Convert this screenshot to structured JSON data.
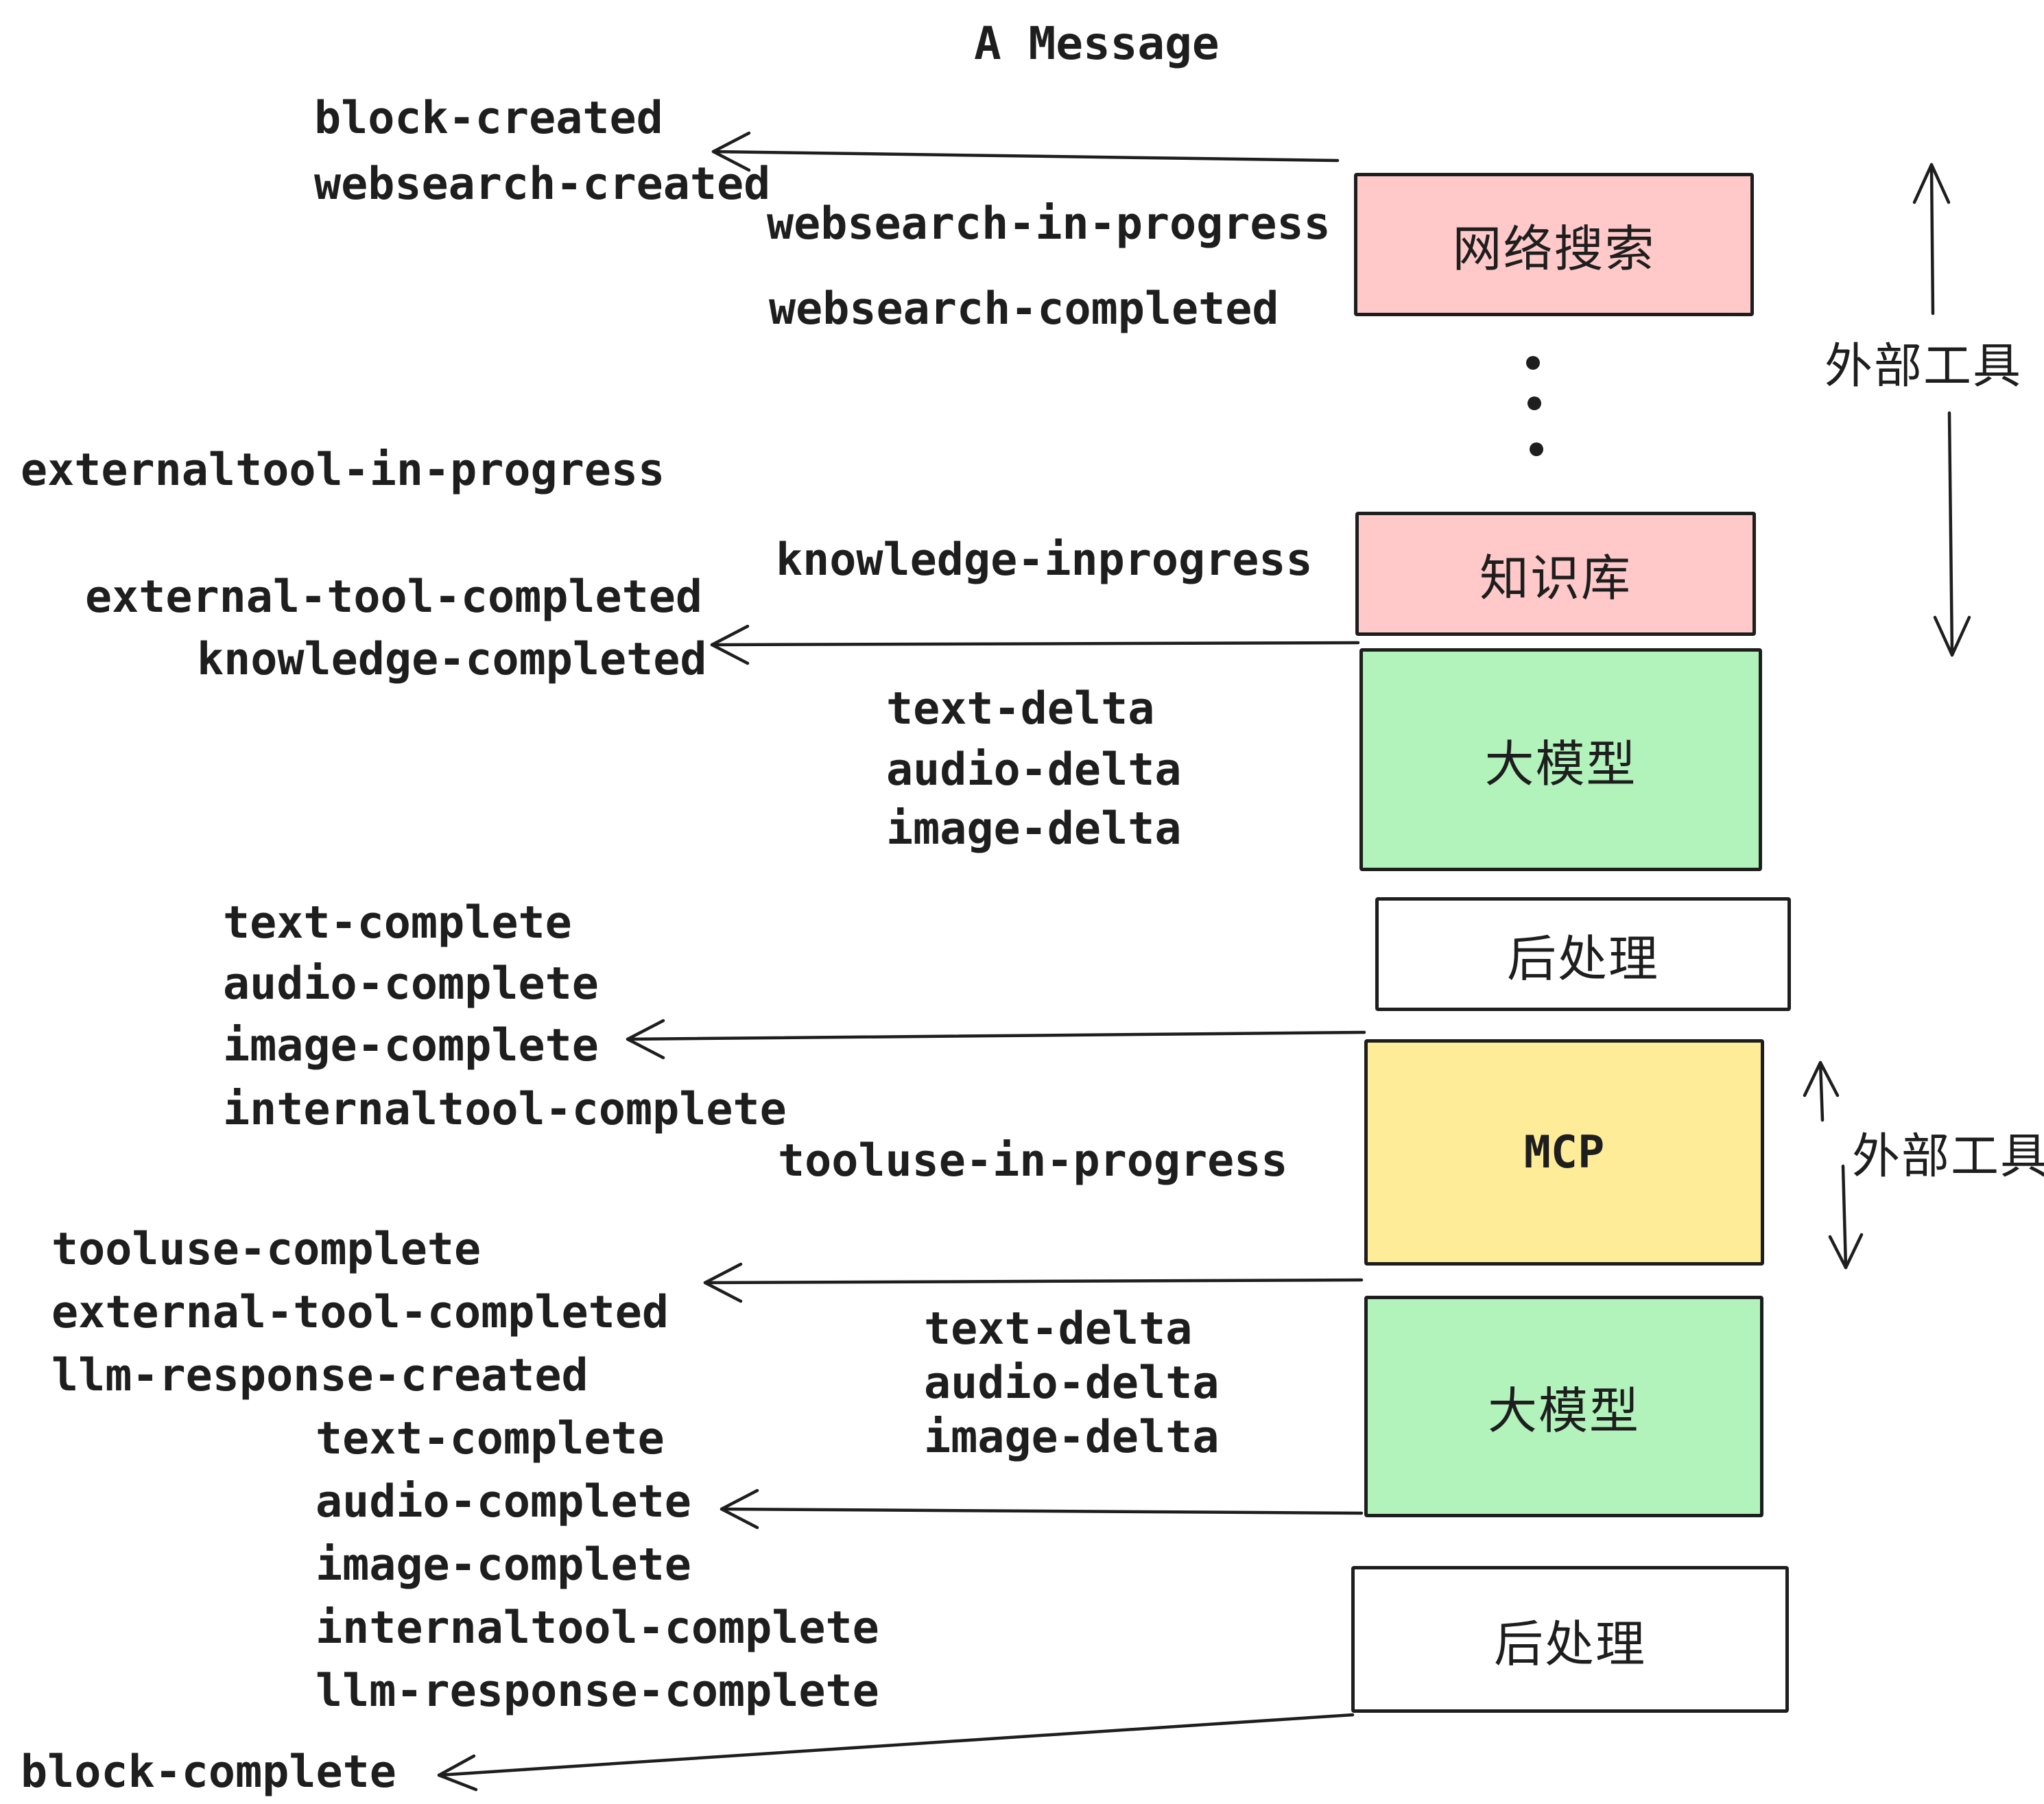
{
  "title": "A Message",
  "colors": {
    "pink": "#ffc9c9",
    "green": "#b2f2bb",
    "yellow": "#ffec99",
    "white": "#ffffff",
    "stroke": "#1e1e1e"
  },
  "events": [
    {
      "id": "block-created",
      "text": "block-created"
    },
    {
      "id": "websearch-created",
      "text": "websearch-created"
    },
    {
      "id": "websearch-in-progress",
      "text": "websearch-in-progress"
    },
    {
      "id": "websearch-completed",
      "text": "websearch-completed"
    },
    {
      "id": "externaltool-in-progress",
      "text": "externaltool-in-progress"
    },
    {
      "id": "knowledge-inprogress",
      "text": "knowledge-inprogress"
    },
    {
      "id": "external-tool-completed",
      "text": "external-tool-completed"
    },
    {
      "id": "knowledge-completed",
      "text": "knowledge-completed"
    },
    {
      "id": "text-delta-1",
      "text": "text-delta"
    },
    {
      "id": "audio-delta-1",
      "text": "audio-delta"
    },
    {
      "id": "image-delta-1",
      "text": "image-delta"
    },
    {
      "id": "text-complete-1",
      "text": "text-complete"
    },
    {
      "id": "audio-complete-1",
      "text": "audio-complete"
    },
    {
      "id": "image-complete-1",
      "text": "image-complete"
    },
    {
      "id": "internaltool-complete-1",
      "text": "internaltool-complete"
    },
    {
      "id": "tooluse-in-progress",
      "text": "tooluse-in-progress"
    },
    {
      "id": "tooluse-complete",
      "text": "tooluse-complete"
    },
    {
      "id": "external-tool-completed-2",
      "text": "external-tool-completed"
    },
    {
      "id": "llm-response-created",
      "text": "llm-response-created"
    },
    {
      "id": "text-delta-2",
      "text": "text-delta"
    },
    {
      "id": "audio-delta-2",
      "text": "audio-delta"
    },
    {
      "id": "image-delta-2",
      "text": "image-delta"
    },
    {
      "id": "text-complete-2",
      "text": "text-complete"
    },
    {
      "id": "audio-complete-2",
      "text": "audio-complete"
    },
    {
      "id": "image-complete-2",
      "text": "image-complete"
    },
    {
      "id": "internaltool-complete-2",
      "text": "internaltool-complete"
    },
    {
      "id": "llm-response-complete",
      "text": "llm-response-complete"
    },
    {
      "id": "block-complete",
      "text": "block-complete"
    }
  ],
  "boxes": [
    {
      "id": "websearch",
      "label": "网络搜索",
      "color": "pink"
    },
    {
      "id": "knowledge",
      "label": "知识库",
      "color": "pink"
    },
    {
      "id": "llm-1",
      "label": "大模型",
      "color": "green"
    },
    {
      "id": "postproc-1",
      "label": "后处理",
      "color": "white"
    },
    {
      "id": "mcp",
      "label": "MCP",
      "color": "yellow"
    },
    {
      "id": "llm-2",
      "label": "大模型",
      "color": "green"
    },
    {
      "id": "postproc-2",
      "label": "后处理",
      "color": "white"
    }
  ],
  "side_labels": [
    {
      "id": "external-tools-top",
      "text": "外部工具"
    },
    {
      "id": "external-tools-bottom",
      "text": "外部工具"
    }
  ]
}
